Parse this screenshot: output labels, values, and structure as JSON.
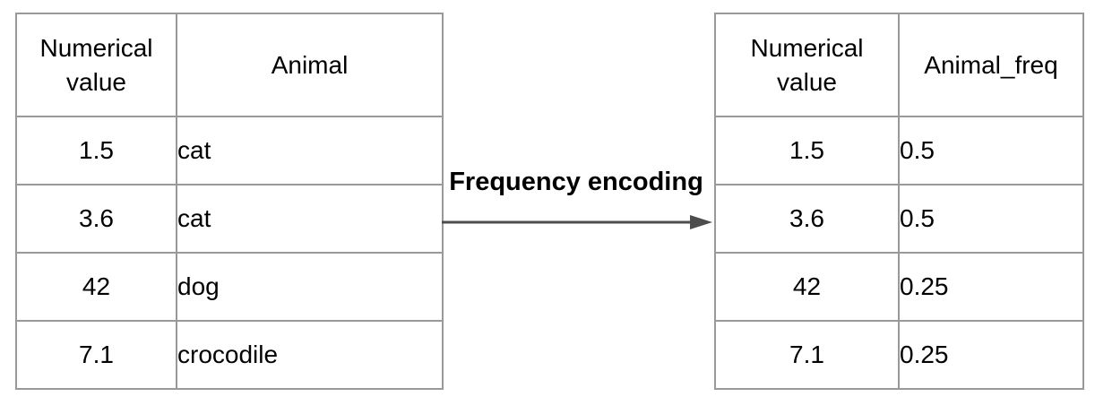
{
  "diagram": {
    "arrow_label": "Frequency encoding",
    "arrow_color": "#4d4d4d",
    "table_border_color": "#999999",
    "text_color": "#000000",
    "background_color": "#ffffff"
  },
  "left_table": {
    "columns": [
      "Numerical value",
      "Animal"
    ],
    "rows": [
      [
        "1.5",
        "cat"
      ],
      [
        "3.6",
        "cat"
      ],
      [
        "42",
        "dog"
      ],
      [
        "7.1",
        "crocodile"
      ]
    ]
  },
  "right_table": {
    "columns": [
      "Numerical value",
      "Animal_freq"
    ],
    "rows": [
      [
        "1.5",
        "0.5"
      ],
      [
        "3.6",
        "0.5"
      ],
      [
        "42",
        "0.25"
      ],
      [
        "7.1",
        "0.25"
      ]
    ]
  }
}
